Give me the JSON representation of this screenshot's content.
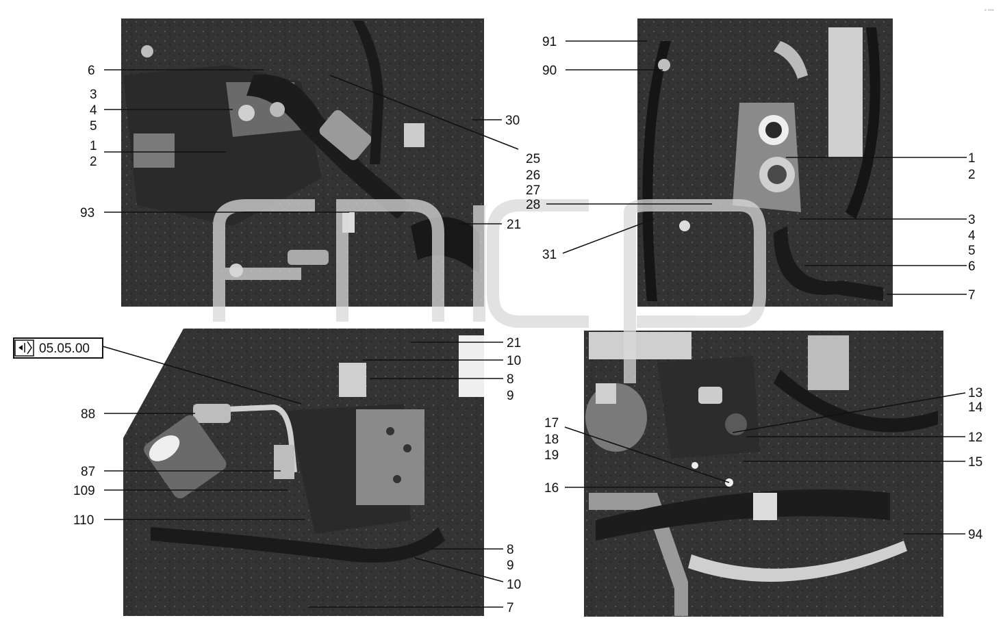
{
  "colors": {
    "photo_dark": "#2b2b2b",
    "photo_mid": "#5a5a5a",
    "photo_light": "#9a9a9a",
    "ink": "#111111",
    "watermark": "#d9d9d9"
  },
  "reference": {
    "icon": "speaker-reference-icon",
    "label": "05.05.00"
  },
  "corner_mark": "◦ ◦◦◦",
  "panels": {
    "top_left": {
      "labels": [
        "6",
        "3",
        "4",
        "5",
        "1",
        "2",
        "93",
        "30",
        "25",
        "26",
        "27",
        "28",
        "21"
      ]
    },
    "top_right": {
      "labels": [
        "91",
        "90",
        "31",
        "1",
        "2",
        "3",
        "4",
        "5",
        "6",
        "7"
      ]
    },
    "bottom_left": {
      "labels": [
        "21",
        "10",
        "8",
        "9",
        "88",
        "87",
        "109",
        "110",
        "8",
        "9",
        "10",
        "7"
      ]
    },
    "bottom_right": {
      "labels": [
        "13",
        "14",
        "12",
        "15",
        "17",
        "18",
        "19",
        "16",
        "94"
      ]
    }
  }
}
